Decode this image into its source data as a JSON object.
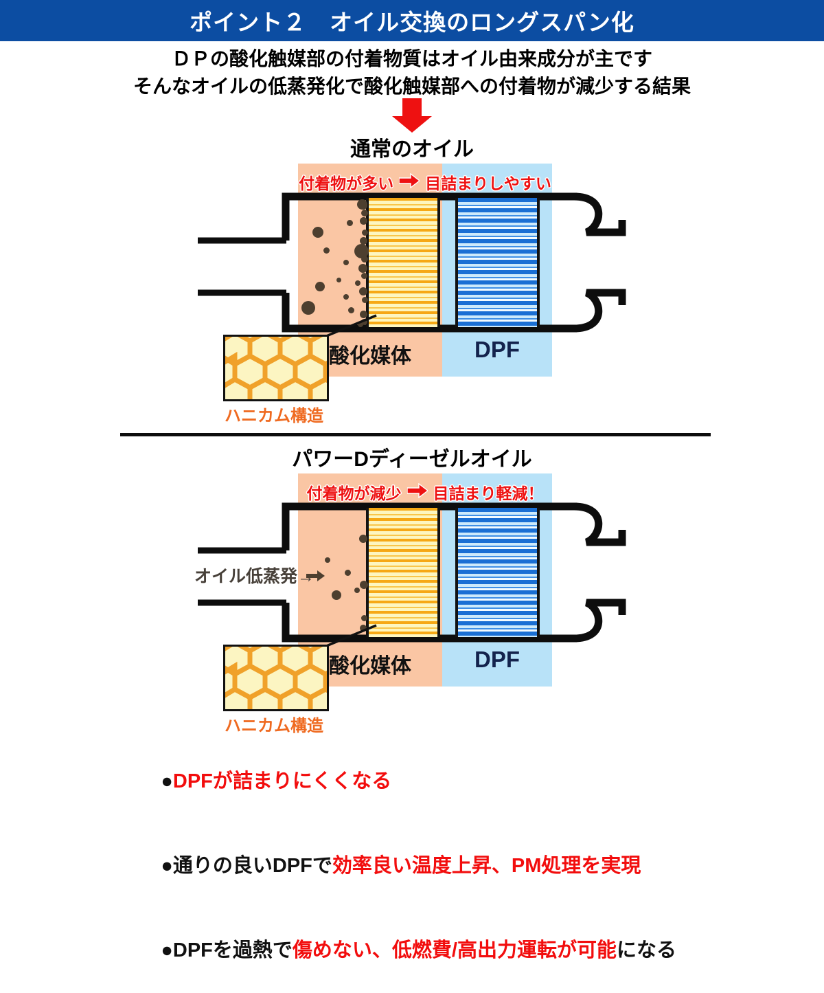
{
  "header": {
    "title": "ポイント２　オイル交換のロングスパン化",
    "bg_color": "#0c4da2",
    "text_color": "#ffffff"
  },
  "intro": {
    "line1": "ＤＰの酸化触媒部の付着物質はオイル由来成分が主です",
    "line2": "そんなオイルの低蒸発化で酸化触媒部への付着物が減少する結果",
    "arrow_icon": "down-arrow-icon",
    "arrow_color": "#ee1111"
  },
  "sections": [
    {
      "id": "normal-oil",
      "title": "通常のオイル",
      "caption_left": "付着物が多い",
      "caption_arrow": "right-arrow-icon",
      "caption_right": "目詰まりしやすい",
      "caption_color": "#ee1111",
      "zone_label_catalyst": "酸化媒体",
      "zone_label_dpf": "DPF",
      "honeycomb_label": "ハニカム構造",
      "honeycomb_label_color": "#ef6a20",
      "side_label": "",
      "catalyst_band_color": "#fac6a4",
      "dpf_band_color": "#b8e2f8"
    },
    {
      "id": "power-d-oil",
      "title": "パワーDディーゼルオイル",
      "caption_left": "付着物が減少",
      "caption_arrow": "right-arrow-icon",
      "caption_right": "目詰まり軽減！",
      "caption_color": "#ee1111",
      "zone_label_catalyst": "酸化媒体",
      "zone_label_dpf": "DPF",
      "honeycomb_label": "ハニカム構造",
      "honeycomb_label_color": "#ef6a20",
      "side_label": "オイル低蒸発→",
      "catalyst_band_color": "#fac6a4",
      "dpf_band_color": "#b8e2f8"
    }
  ],
  "bullets": [
    {
      "marker": "●",
      "parts": [
        {
          "text": "DPFが詰まりにくくなる",
          "color": "red"
        }
      ]
    },
    {
      "marker": "●",
      "parts": [
        {
          "text": "通りの良いDPFで",
          "color": "black"
        },
        {
          "text": "効率良い温度上昇、PM処理を実現",
          "color": "red"
        }
      ]
    },
    {
      "marker": "●",
      "parts": [
        {
          "text": "DPFを過熱で",
          "color": "black"
        },
        {
          "text": "傷めない、低燃費/高出力運転が可能",
          "color": "red"
        },
        {
          "text": "になる",
          "color": "black"
        }
      ]
    }
  ],
  "colors": {
    "header_blue": "#0c4da2",
    "accent_red": "#f20d0d",
    "catalyst_orange": "#fac6a4",
    "dpf_blue": "#b8e2f8",
    "honeycomb_yellow": "#fcf5c2",
    "honeycomb_line": "#f0a12a",
    "soot": "#4d3f2f",
    "pipe_black": "#0d0d0d"
  }
}
